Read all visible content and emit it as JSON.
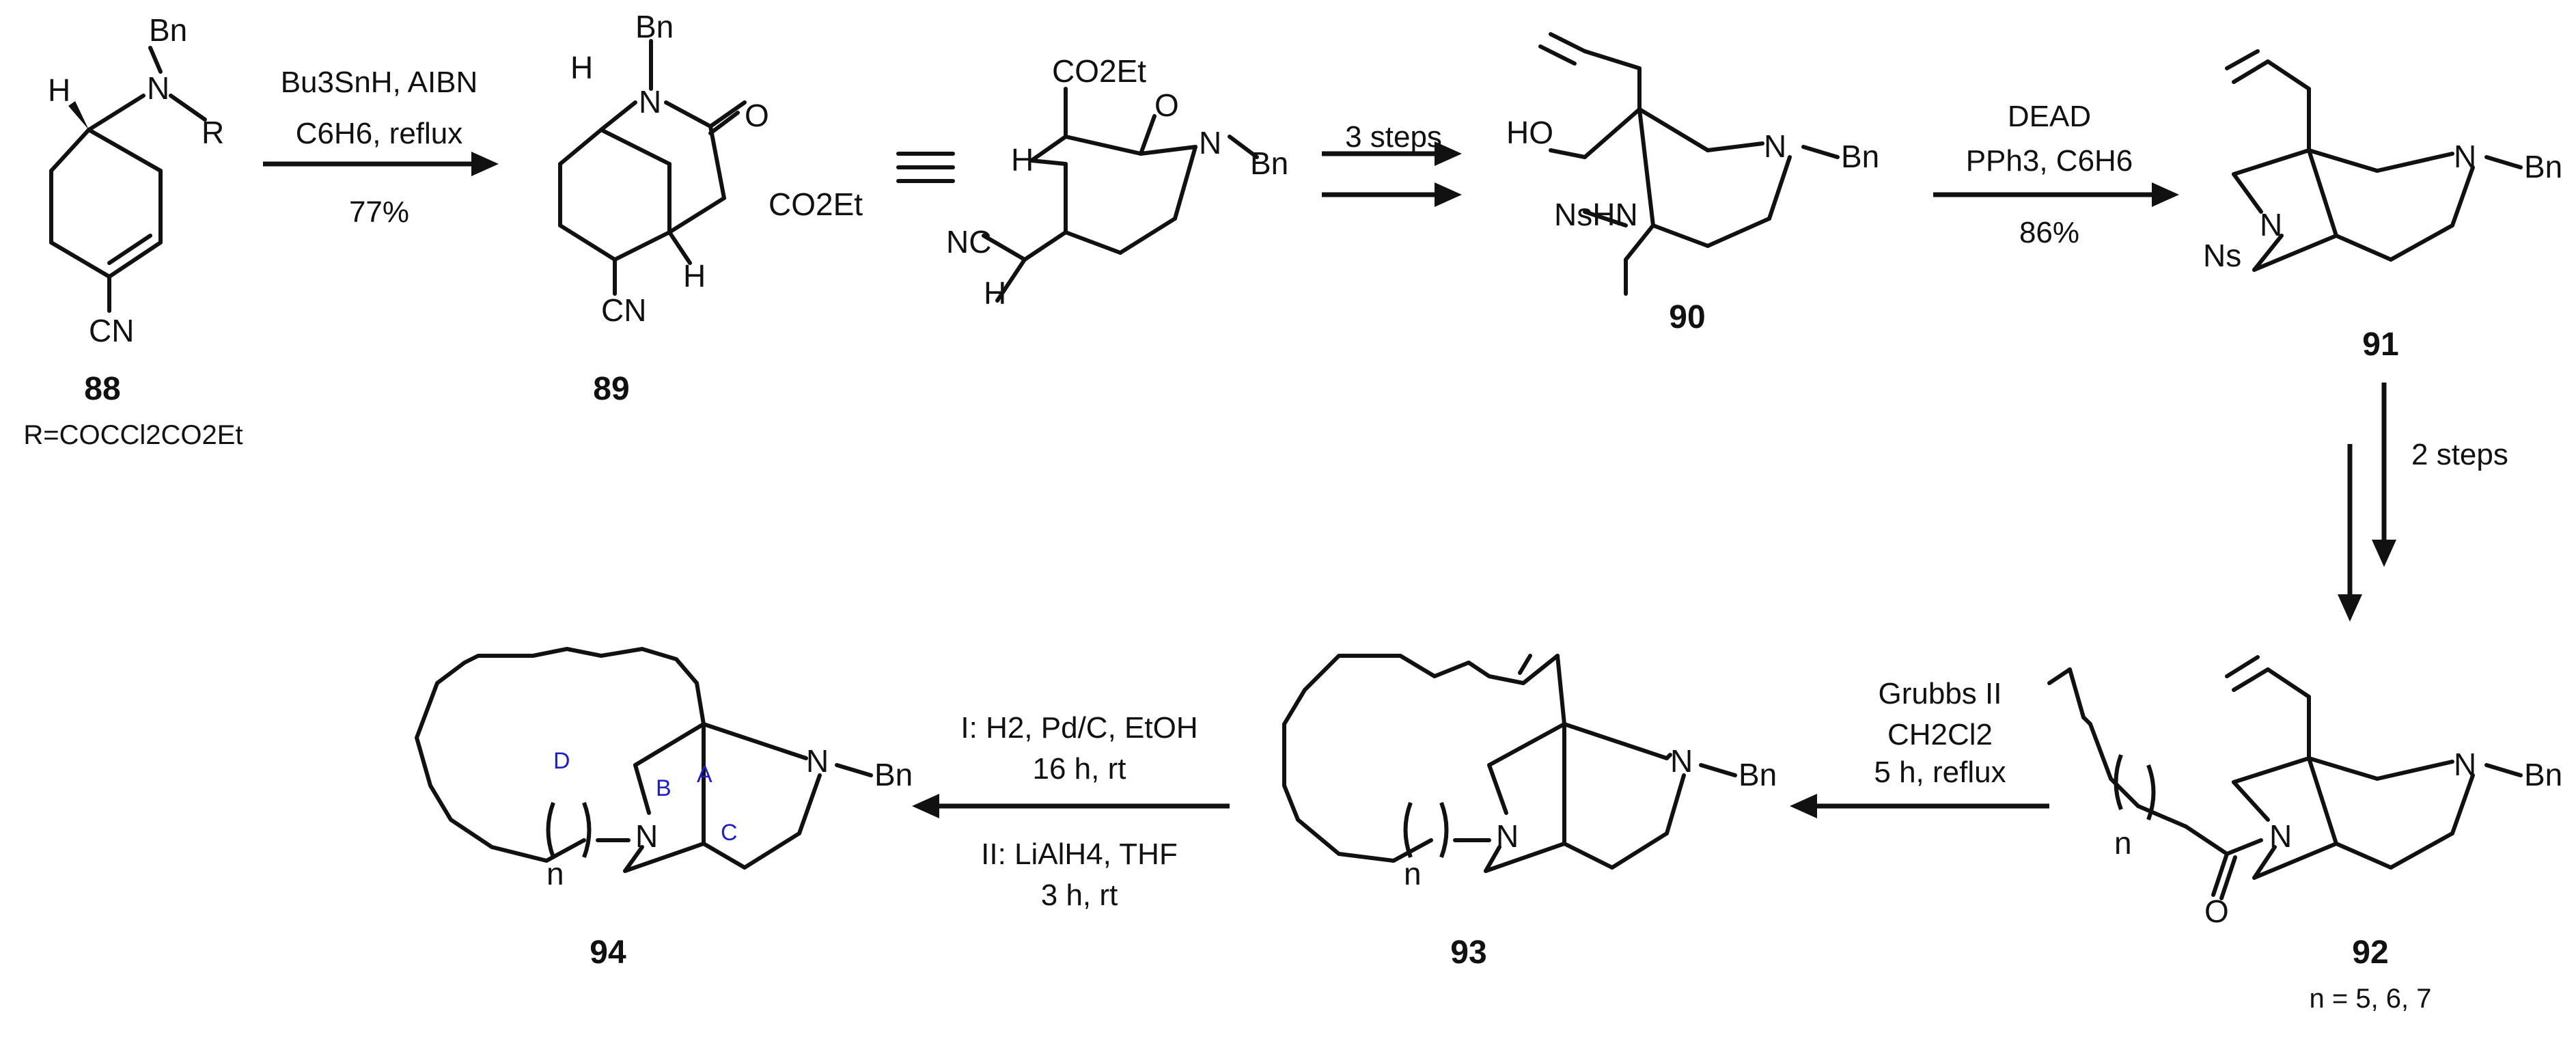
{
  "colors": {
    "ink": "#111111",
    "ring_label": "#2020c8",
    "background": "#ffffff"
  },
  "compounds": {
    "c88": {
      "label": "88",
      "note": "R=COCCl2CO2Et"
    },
    "c89": {
      "label": "89"
    },
    "c90": {
      "label": "90"
    },
    "c91": {
      "label": "91"
    },
    "c92": {
      "label": "92",
      "note": "n = 5, 6, 7"
    },
    "c93": {
      "label": "93"
    },
    "c94": {
      "label": "94"
    }
  },
  "reactions": {
    "r1": {
      "line1": "Bu3SnH, AIBN",
      "line2": "C6H6, reflux",
      "line3": "77%"
    },
    "r2": {
      "line1": "3 steps"
    },
    "r3": {
      "line1": "DEAD",
      "line2": "PPh3, C6H6",
      "line3": "86%"
    },
    "r4": {
      "line1": "2 steps"
    },
    "r5": {
      "line1": "Grubbs II",
      "line2": "CH2Cl2",
      "line3": "5 h, reflux"
    },
    "r6": {
      "line1": "I: H2, Pd/C, EtOH",
      "line2": "16 h, rt",
      "line3": "II: LiAlH4, THF",
      "line4": "3 h, rt"
    }
  },
  "atoms": {
    "bn": "Bn",
    "n": "N",
    "r": "R",
    "h": "H",
    "cn": "CN",
    "o": "O",
    "co2et": "CO2Et",
    "ho": "HO",
    "nshn": "NsHN",
    "ns": "Ns",
    "nc": "NC",
    "nbn": "N—Bn",
    "n_sub": "n"
  },
  "ring_labels": {
    "a": "A",
    "b": "B",
    "c": "C",
    "d": "D"
  }
}
